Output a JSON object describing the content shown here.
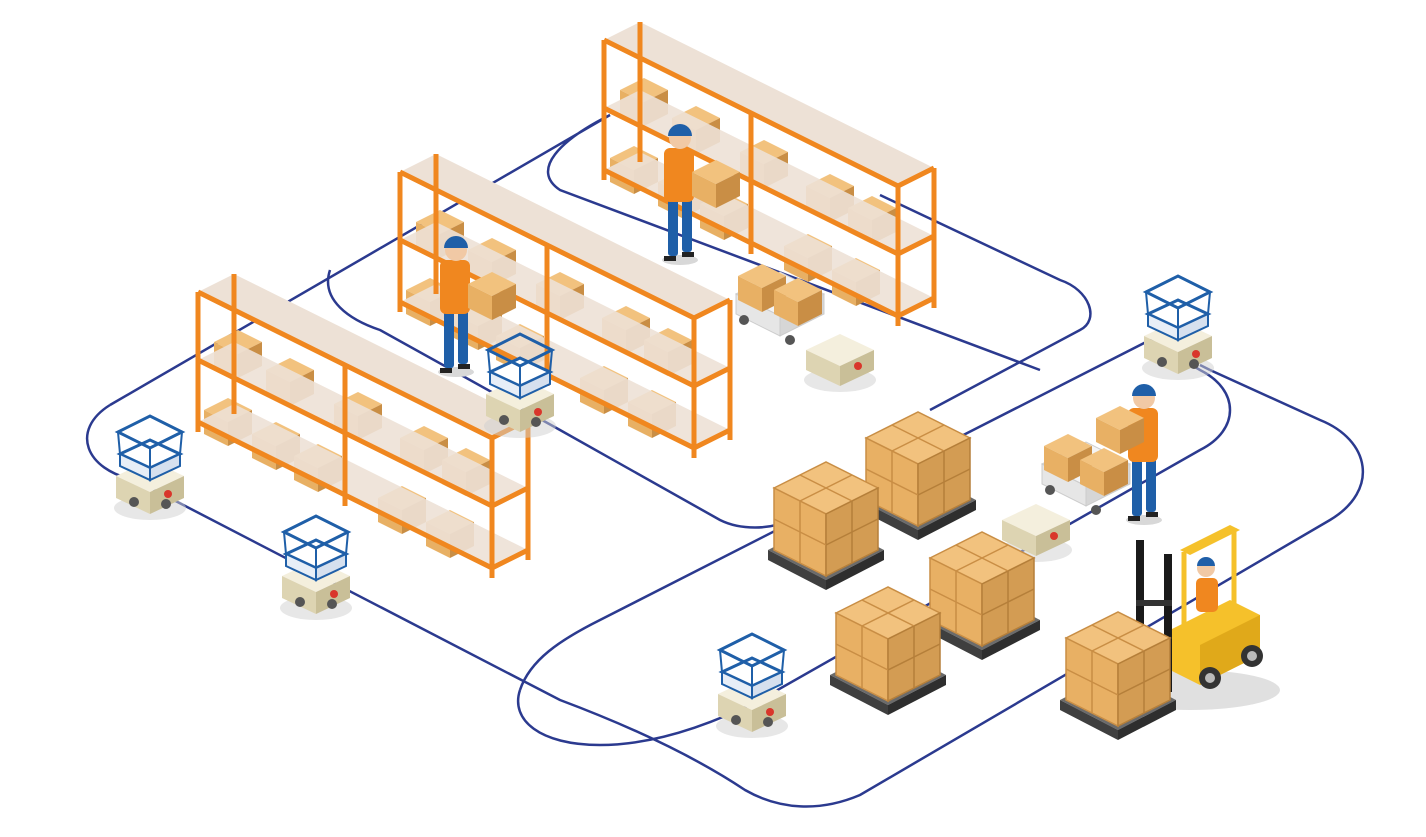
{
  "scene": {
    "background_color": "#ffffff",
    "route_color": "#2b3a8f",
    "shelf_frame_color": "#f0871f",
    "shelf_top_color": "#ede1d6",
    "box_color": "#e8b064",
    "box_dark_color": "#c98e45",
    "worker_shirt_color": "#f0871f",
    "worker_pants_color": "#1f5fa8",
    "helmet_color": "#1f5fa8",
    "robot_color": "#ede6cc",
    "crate_outline_color": "#1f5fa8",
    "pallet_color": "#4d4d4d",
    "forklift_color": "#f5c12b",
    "forklift_mast_color": "#1a1a1a"
  },
  "elements": {
    "shelves": [
      "shelf-unit",
      "shelf-unit",
      "shelf-unit"
    ],
    "workers": [
      "worker-picking",
      "worker-picking",
      "worker-loading",
      "forklift-driver"
    ],
    "robots": [
      "agv-robot",
      "agv-robot",
      "agv-robot",
      "agv-robot",
      "agv-robot",
      "agv-robot",
      "agv-robot",
      "agv-robot"
    ],
    "pallets": [
      "pallet-stack",
      "pallet-stack",
      "pallet-stack",
      "pallet-stack",
      "pallet-stack"
    ],
    "vehicles": [
      "forklift-icon"
    ]
  }
}
